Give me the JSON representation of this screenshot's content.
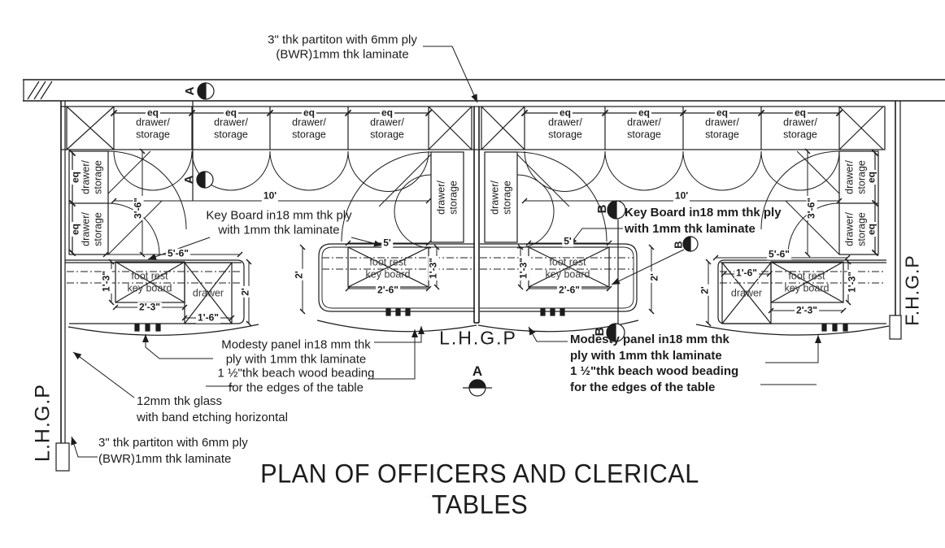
{
  "drawing": {
    "title": "PLAN OF OFFICERS AND CLERICAL TABLES",
    "lhgp_left": "L.H.G.P",
    "lhgp_center": "L.H.G.P",
    "fhgp": "F.H.G.P",
    "marker_a": "A",
    "marker_b": "B"
  },
  "cabinet": {
    "cell": "drawer/\nstorage"
  },
  "tables": {
    "foot_rest": "foot rest\nkey board",
    "drawer": "drawer"
  },
  "dims": {
    "eq": "eq",
    "d10": "10'",
    "d3_6": "3'-6\"",
    "d5_6": "5'-6\"",
    "d5": "5'",
    "d2": "2'",
    "d1_3": "1'-3\"",
    "d2_3": "2'-3\"",
    "d2_6": "2'-6\"",
    "d1_6": "1'-6\""
  },
  "annotations": {
    "top_partition": "3\" thk partiton with 6mm ply\n(BWR)1mm thk laminate",
    "keyboard": "Key Board  in18 mm thk ply\nwith 1mm thk laminate",
    "keyboard_bold": "Key Board  in18 mm thk ply\nwith 1mm thk laminate",
    "modesty": "Modesty panel in18 mm thk\nply with 1mm thk laminate\n1 ½\"thk beach wood beading\nfor the edges of the table",
    "modesty_bold": "Modesty panel in18 mm thk\nply with 1mm thk laminate\n1 ½\"thk beach wood beading\nfor the edges of the table",
    "glass": "12mm thk glass\nwith band etching horizontal",
    "bottom_partition": "3\" thk partiton with 6mm ply\n(BWR)1mm thk laminate"
  },
  "colors": {
    "line": "#1c1c1c",
    "background": "#ffffff"
  }
}
